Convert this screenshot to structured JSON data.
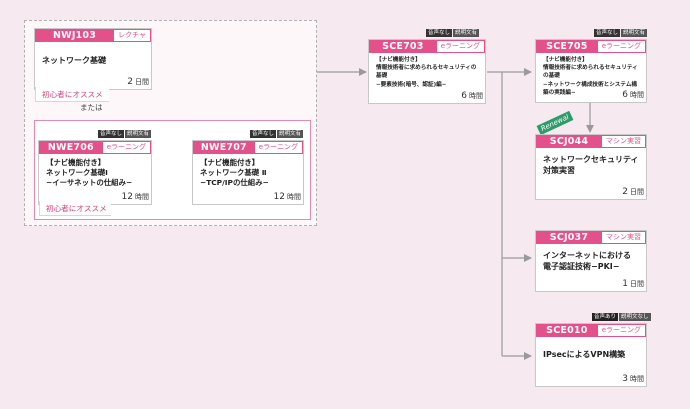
{
  "or_label": "または",
  "renewal_label": "Renewal",
  "recommend_label": "初心者にオススメ",
  "courses": {
    "nwj103": {
      "code": "NWJ103",
      "type": "レクチャ",
      "title": "ネットワーク基礎",
      "duration": "2",
      "unit": "日間"
    },
    "nwe706": {
      "code": "NWE706",
      "type": "eラーニング",
      "tags": [
        "音声なし",
        "説明文有"
      ],
      "title": "【ナビ機能付き】\nネットワーク基礎Ⅰ\n−イーサネットの仕組み−",
      "duration": "12",
      "unit": "時間"
    },
    "nwe707": {
      "code": "NWE707",
      "type": "eラーニング",
      "tags": [
        "音声なし",
        "説明文有"
      ],
      "title": "【ナビ機能付き】\nネットワーク基礎 Ⅱ\n−TCP/IPの仕組み−",
      "duration": "12",
      "unit": "時間"
    },
    "sce703": {
      "code": "SCE703",
      "type": "eラーニング",
      "tags": [
        "音声なし",
        "説明文有"
      ],
      "title": "【ナビ機能付き】\n情報技術者に求められるセキュリティの基礎\n−要素技術(暗号、認証)編−",
      "duration": "6",
      "unit": "時間"
    },
    "sce705": {
      "code": "SCE705",
      "type": "eラーニング",
      "tags": [
        "音声なし",
        "説明文有"
      ],
      "title": "【ナビ機能付き】\n情報技術者に求められるセキュリティの基礎\n−ネットワーク構成技術とシステム構築の実践編−",
      "duration": "6",
      "unit": "時間"
    },
    "scj044": {
      "code": "SCJ044",
      "type": "マシン実習",
      "title": "ネットワークセキュリティ\n対策実習",
      "duration": "2",
      "unit": "日間"
    },
    "scj037": {
      "code": "SCJ037",
      "type": "マシン実習",
      "title": "インターネットにおける\n電子認証技術−PKI−",
      "duration": "1",
      "unit": "日間"
    },
    "sce010": {
      "code": "SCE010",
      "type": "eラーニング",
      "tags": [
        "音声あり",
        "説明文なし"
      ],
      "title": "IPsecによるVPN構築",
      "duration": "3",
      "unit": "時間"
    }
  }
}
